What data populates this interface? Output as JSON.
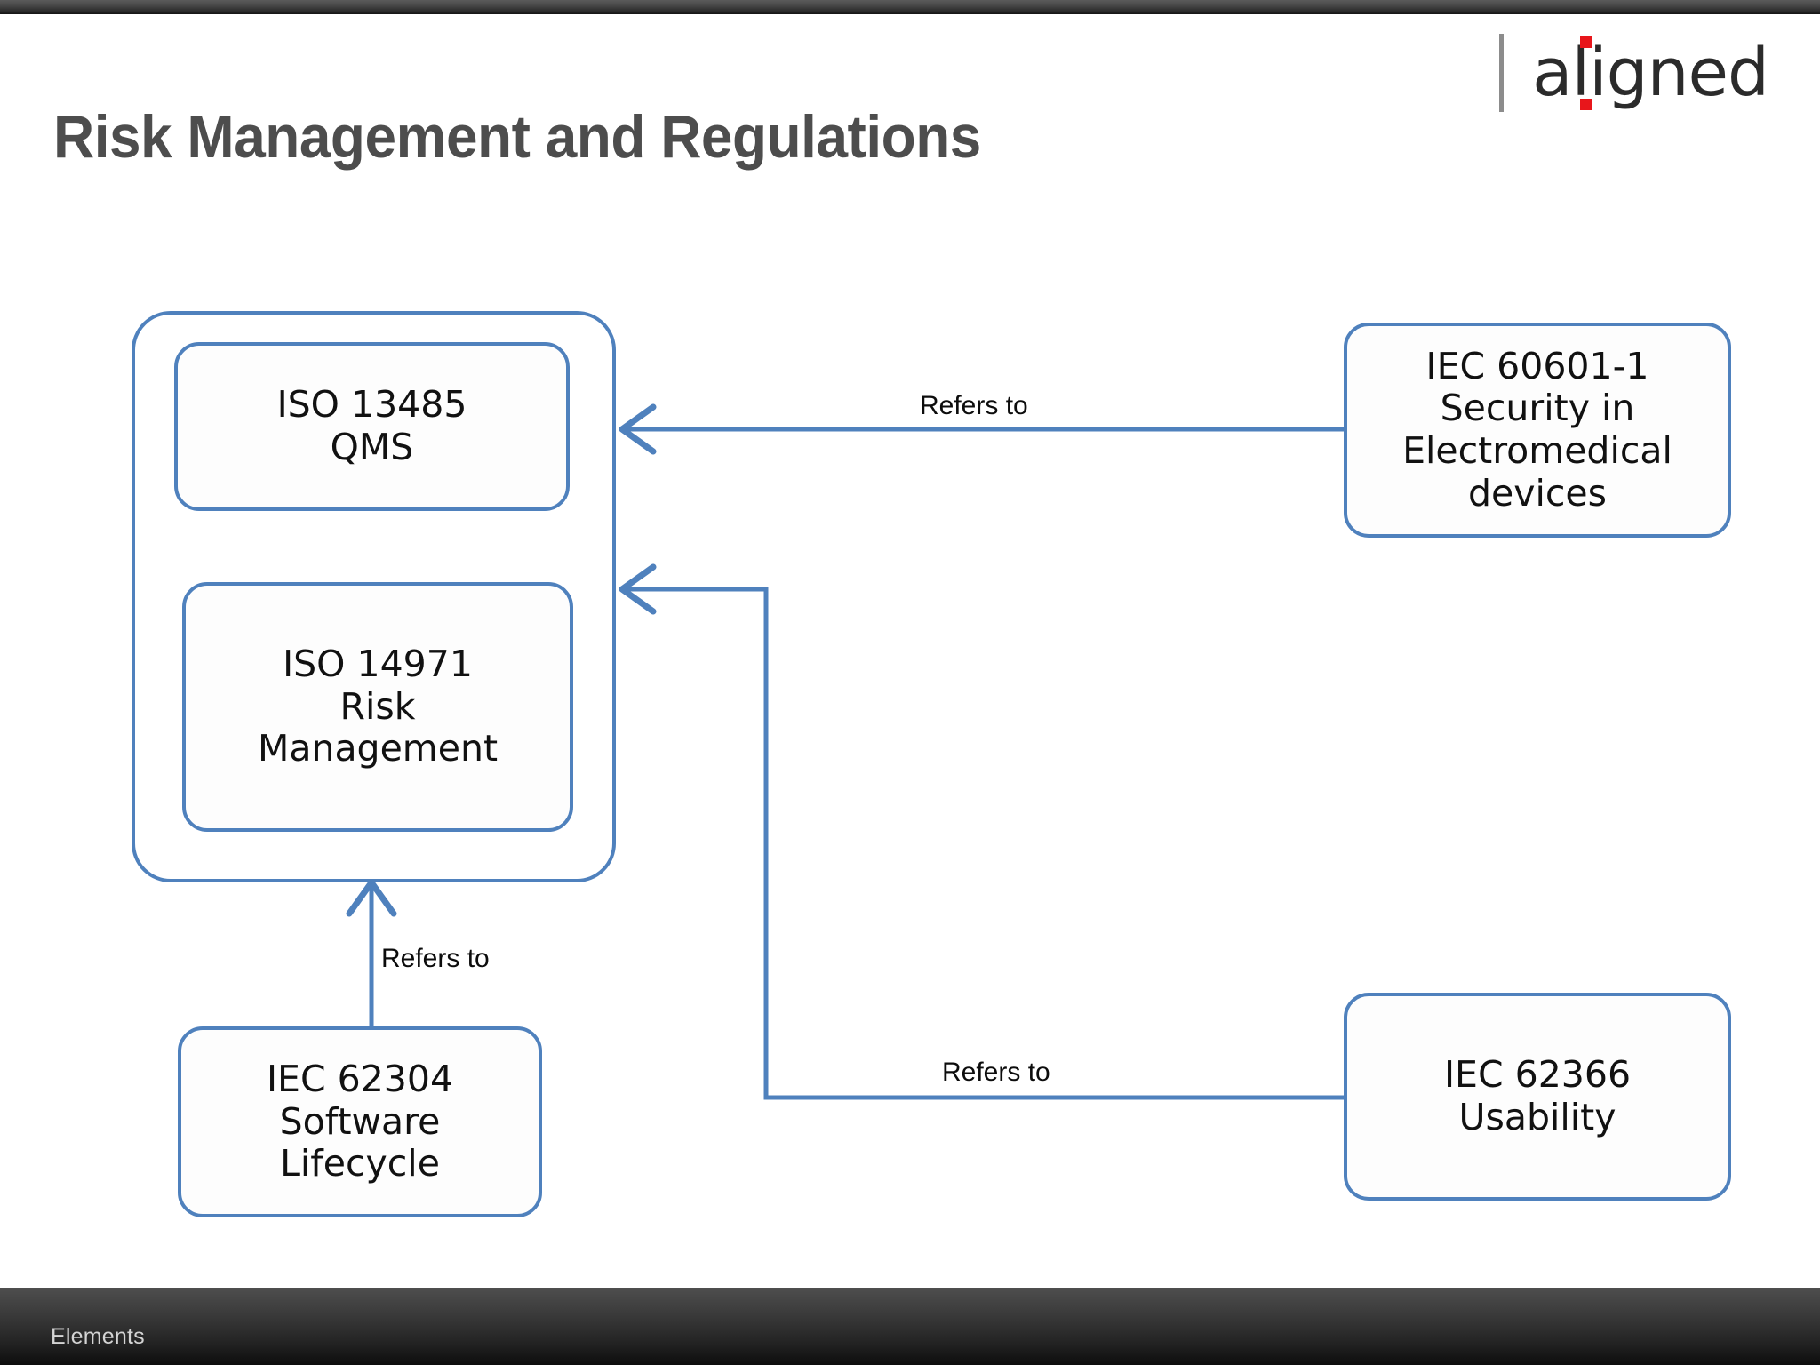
{
  "window": {
    "top_bar": "",
    "status_bar_label": "Elements"
  },
  "slide": {
    "title": "Risk Management and Regulations",
    "brand": {
      "wordmark": "aligned",
      "accent_color": "#e8161b",
      "rule_color": "#8c8c8c",
      "text_color": "#2b2b2b"
    }
  },
  "diagram": {
    "accent_color": "#4f81bd",
    "nodes": {
      "container": {
        "label": ""
      },
      "iso13485": {
        "label": "ISO 13485\nQMS"
      },
      "iso14971": {
        "label": "ISO 14971\nRisk\nManagement"
      },
      "iec62304": {
        "label": "IEC 62304\nSoftware\nLifecycle"
      },
      "iec60601": {
        "label": "IEC 60601-1\nSecurity in\nElectromedical\ndevices"
      },
      "iec62366": {
        "label": "IEC 62366\nUsability"
      }
    },
    "edges": [
      {
        "id": "edge-60601-to-container",
        "label": "Refers to",
        "from": "iec60601",
        "to": "container"
      },
      {
        "id": "edge-62366-to-container",
        "label": "Refers to",
        "from": "iec62366",
        "to": "container"
      },
      {
        "id": "edge-62304-to-container",
        "label": "Refers to",
        "from": "iec62304",
        "to": "container"
      }
    ]
  }
}
